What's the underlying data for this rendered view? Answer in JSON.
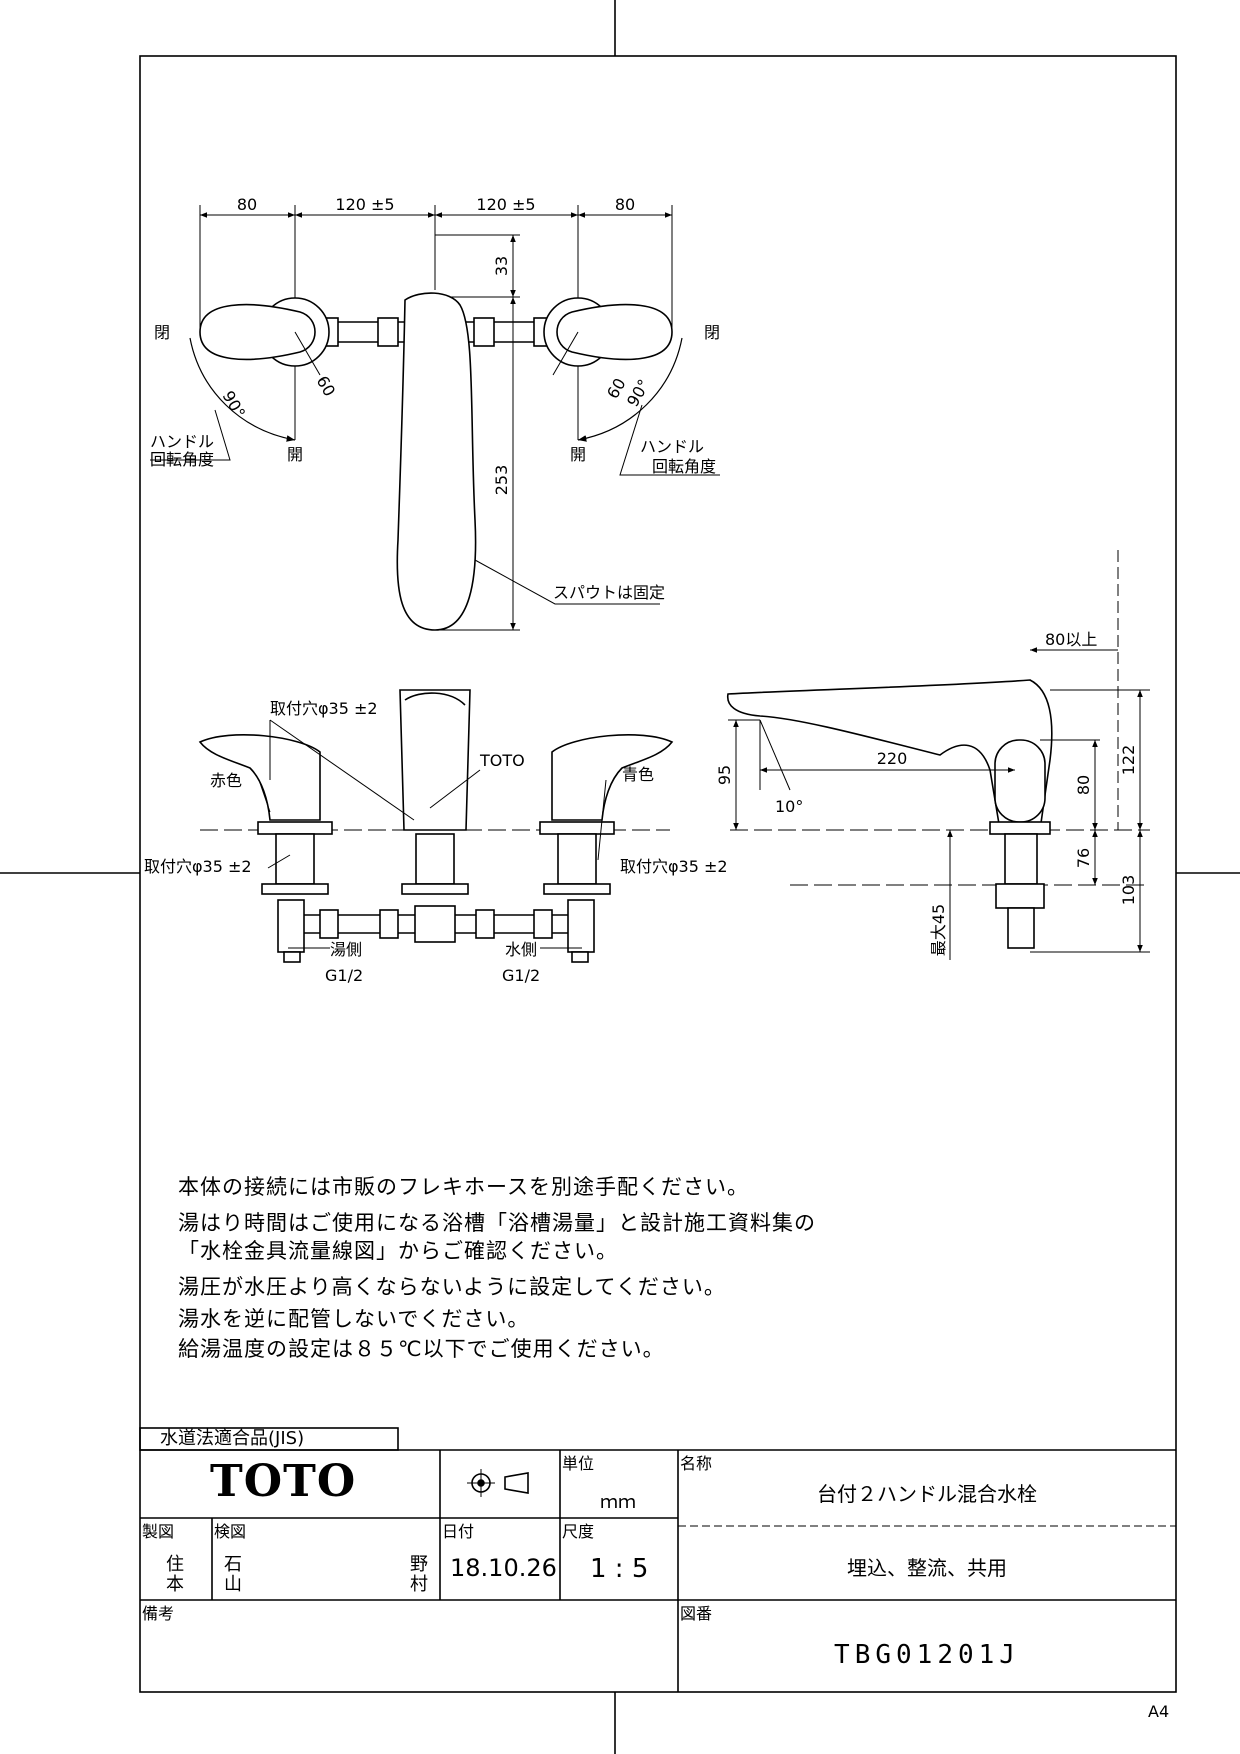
{
  "drawing": {
    "top_view": {
      "dims": [
        "80",
        "120 ±5",
        "120 ±5",
        "80"
      ],
      "dim_33": "33",
      "dim_253": "253",
      "close_left": "閉",
      "close_right": "閉",
      "open_left": "開",
      "open_right": "開",
      "angle_90_left": "90°",
      "angle_60_left": "60",
      "angle_90_right": "90°",
      "angle_60_right": "60",
      "handle_rotation_left": [
        "ハンドル",
        "回転角度"
      ],
      "handle_rotation_right": [
        "ハンドル",
        "回転角度"
      ],
      "spout_fixed": "スパウトは固定"
    },
    "front_view": {
      "mount_hole_center": "取付穴φ35 ±2",
      "mount_hole_left": "取付穴φ35 ±2",
      "mount_hole_right": "取付穴φ35 ±2",
      "brand_mark": "TOTO",
      "red": "赤色",
      "blue": "青色",
      "hot_side": "湯側",
      "cold_side": "水側",
      "thread_left": "G1/2",
      "thread_right": "G1/2"
    },
    "side_view": {
      "dim_80_above": "80以上",
      "dim_122": "122",
      "dim_95": "95",
      "dim_220": "220",
      "dim_80": "80",
      "angle_10": "10°",
      "dim_76": "76",
      "dim_103": "103",
      "max_45": "最大45"
    }
  },
  "notes": [
    "本体の接続には市販のフレキホースを別途手配ください。",
    "湯はり時間はご使用になる浴槽「浴槽湯量」と設計施工資料集の",
    "「水栓金具流量線図」からご確認ください。",
    "湯圧が水圧より高くならないように設定してください。",
    "湯水を逆に配管しないでください。",
    "給湯温度の設定は８５℃以下でご使用ください。"
  ],
  "title_block": {
    "standard": "水道法適合品(JIS)",
    "logo": "TOTO",
    "unit_label": "単位",
    "unit_value": "ｍｍ",
    "name_label": "名称",
    "name_value": "台付２ハンドル混合水栓",
    "subtitle": "埋込、整流、共用",
    "drafted_label": "製図",
    "drafted_value": [
      "住",
      "本"
    ],
    "checked_label": "検図",
    "checked_value": [
      "石",
      "山"
    ],
    "checked_value2": [
      "野",
      "村"
    ],
    "date_label": "日付",
    "date_value": "18.10.26",
    "scale_label": "尺度",
    "scale_value": "1 : 5",
    "remarks_label": "備考",
    "drawing_no_label": "図番",
    "drawing_no_value": "TBG01201J",
    "paper_size": "A4"
  }
}
